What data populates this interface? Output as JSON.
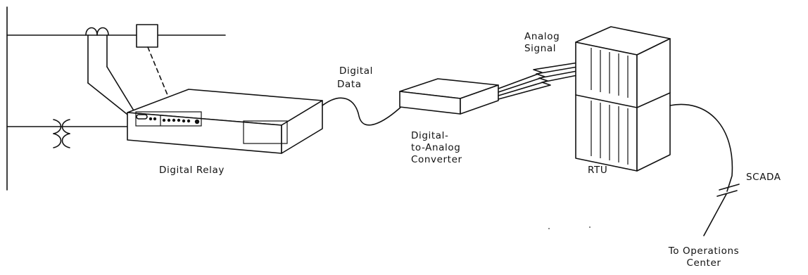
{
  "labels": {
    "digital_relay": "Digital Relay",
    "digital_data_line1": "Digital",
    "digital_data_line2": "Data",
    "converter_line1": "Digital-",
    "converter_line2": "to-Analog",
    "converter_line3": "Converter",
    "analog_signal_line1": "Analog",
    "analog_signal_line2": "Signal",
    "rtu": "RTU",
    "scada": "SCADA",
    "ops_line1": "To Operations",
    "ops_line2": "Center"
  }
}
